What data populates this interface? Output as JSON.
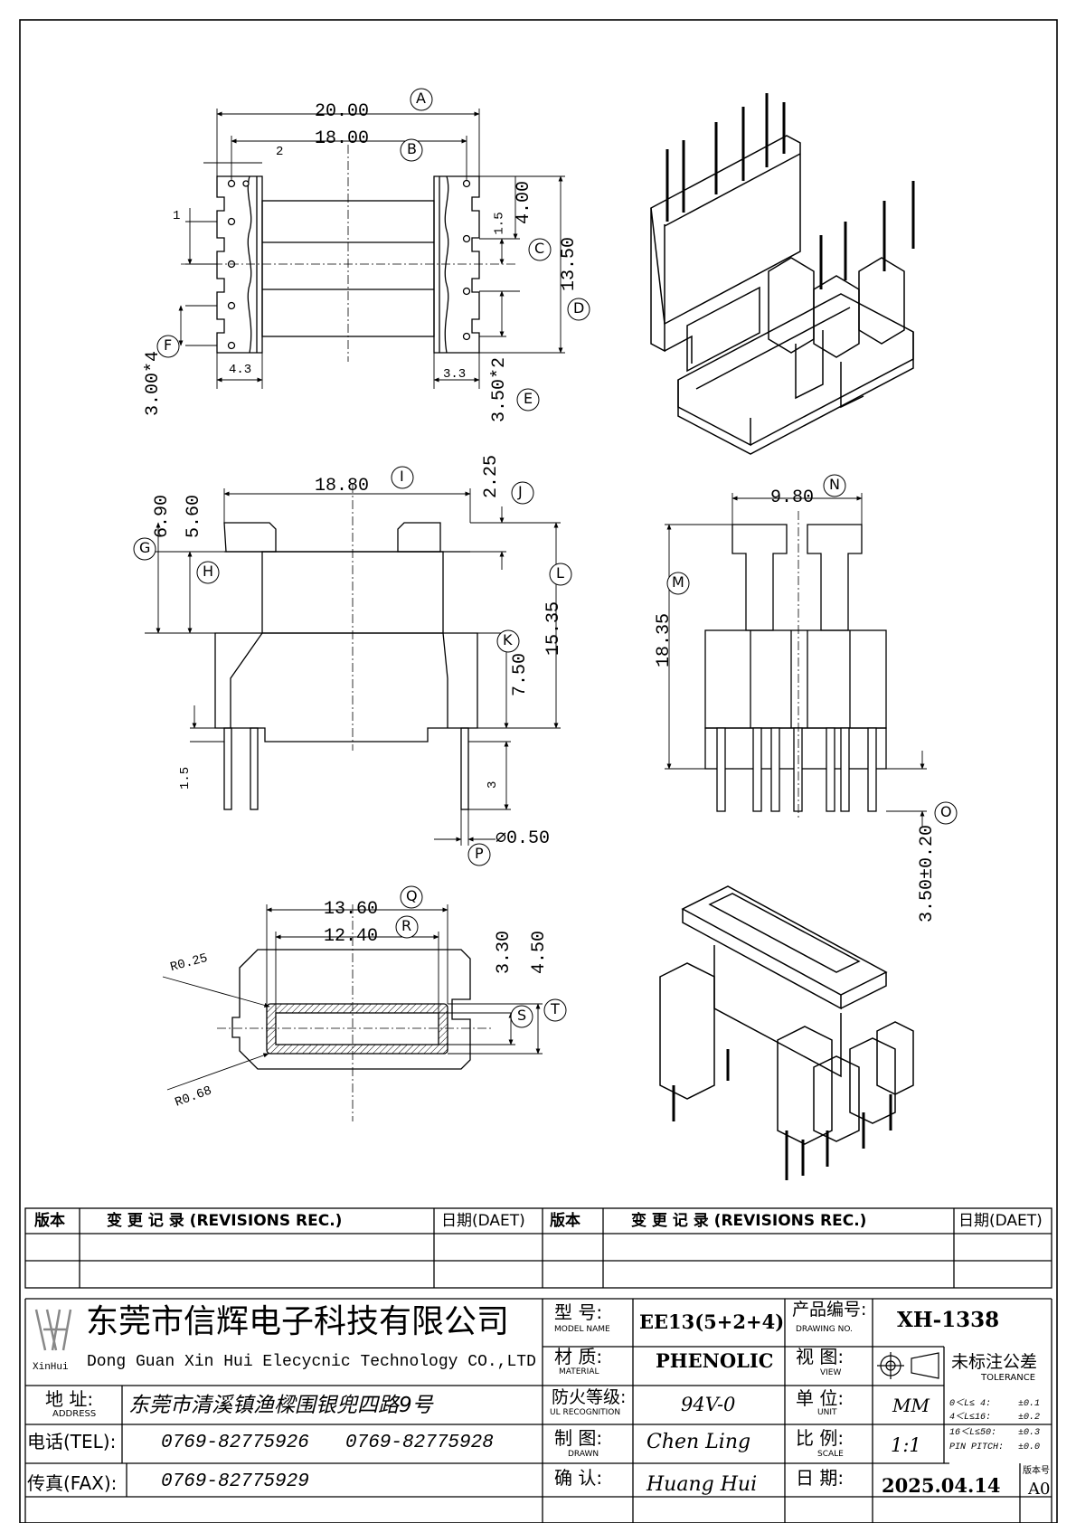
{
  "drawing": {
    "top_dims": {
      "A": "20.00",
      "B": "18.00",
      "two": "2",
      "one": "1",
      "c_15": "1.5",
      "c_400": "4.00",
      "d_1350": "13.50",
      "f_300": "3.00*4",
      "w43": "4.3",
      "w33": "3.3",
      "e_350": "3.50*2"
    },
    "side_dims": {
      "I": "18.80",
      "J": "2.25",
      "G": "6.90",
      "H": "5.60",
      "L": "15.35",
      "K": "7.50",
      "pin_15": "1.5",
      "pin_3": "3",
      "P": "∅0.50"
    },
    "end_dims": {
      "N": "9.80",
      "M": "18.35",
      "O": "3.50±0.20"
    },
    "section_dims": {
      "Q": "13.60",
      "R": "12.40",
      "S": "3.30",
      "T": "4.50",
      "r025": "R0.25",
      "r068": "R0.68"
    },
    "callouts": [
      "A",
      "B",
      "C",
      "D",
      "E",
      "F",
      "G",
      "H",
      "I",
      "J",
      "K",
      "L",
      "M",
      "N",
      "O",
      "P",
      "Q",
      "R",
      "S",
      "T"
    ]
  },
  "revisions": {
    "headers": [
      "版本",
      "变 更 记 录  (REVISIONS REC.)",
      "日期(DAET)",
      "版本",
      "变 更 记 录  (REVISIONS REC.)",
      "日期(DAET)"
    ]
  },
  "titleblock": {
    "company_cn": "东莞市信辉电子科技有限公司",
    "company_en": "Dong Guan Xin Hui Elecycnic Technology CO.,LTD",
    "logo_text": "XinHui",
    "address_label": "地  址:",
    "address_label_en": "ADDRESS",
    "address": "东莞市清溪镇渔樑围银兜四路9号",
    "tel_label": "电话(TEL):",
    "tel1": "0769-82775926",
    "tel2": "0769-82775928",
    "fax_label": "传真(FAX):",
    "fax": "0769-82775929",
    "model_label": "型  号:",
    "model_label_en": "MODEL NAME",
    "model": "EE13(5+2+4)",
    "material_label": "材  质:",
    "material_label_en": "MATERIAL",
    "material": "PHENOLIC",
    "fire_label": "防火等级:",
    "fire_label_en": "UL RECOGNITION",
    "fire": "94V-0",
    "drawn_label": "制  图:",
    "drawn_label_en": "DRAWN",
    "drawn": "Chen Ling",
    "confirm_label": "确  认:",
    "confirm": "Huang Hui",
    "drawing_no_label": "产品编号:",
    "drawing_no_label_en": "DRAWING NO.",
    "drawing_no": "XH-1338",
    "view_label": "视  图:",
    "view_label_en": "VIEW",
    "unit_label": "单  位:",
    "unit_label_en": "UNIT",
    "unit": "MM",
    "scale_label": "比  例:",
    "scale_label_en": "SCALE",
    "scale": "1:1",
    "date_label": "日  期:",
    "date": "2025.04.14",
    "version_label": "版本号",
    "version": "A0",
    "tolerance_title": "未标注公差",
    "tolerance_en": "TOLERANCE",
    "tolerances": [
      {
        "range": "0＜L≤ 4:",
        "value": "±0.1"
      },
      {
        "range": "4＜L≤16:",
        "value": "±0.2"
      },
      {
        "range": "16＜L≤50:",
        "value": "±0.3"
      },
      {
        "range": "PIN PITCH:",
        "value": "±0.0"
      }
    ]
  }
}
